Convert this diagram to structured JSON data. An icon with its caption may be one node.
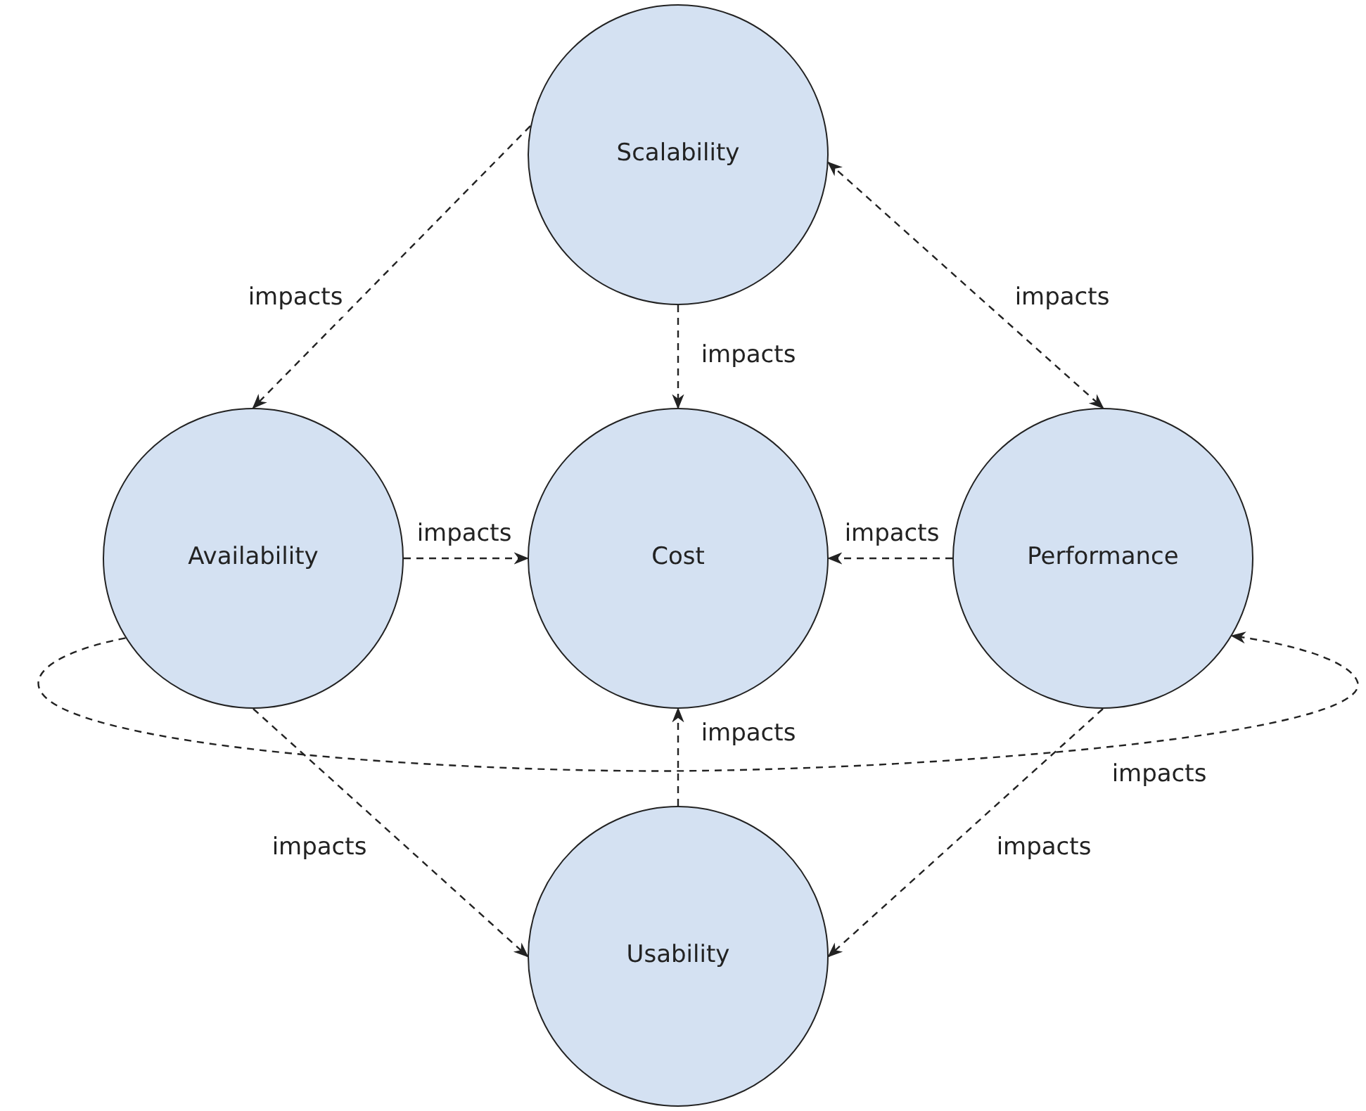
{
  "diagram": {
    "nodes": [
      {
        "text": [
          "Scalability"
        ]
      },
      {
        "text": [
          "Availability"
        ]
      },
      {
        "text": [
          "Cost"
        ]
      },
      {
        "text": [
          "Performance"
        ]
      },
      {
        "text": [
          "Usability"
        ]
      }
    ],
    "edges": [
      {
        "from": 0,
        "to": 1,
        "arrow": "to",
        "label": "impacts",
        "style": "dashed"
      },
      {
        "from": 0,
        "to": 2,
        "arrow": "to",
        "label": "impacts",
        "style": "dashed"
      },
      {
        "from": 0,
        "to": 3,
        "arrow": "both",
        "label": "impacts",
        "style": "dashed"
      },
      {
        "from": 1,
        "to": 2,
        "arrow": "to",
        "label": "impacts",
        "style": "dashed"
      },
      {
        "from": 3,
        "to": 2,
        "arrow": "to",
        "label": "impacts",
        "style": "dashed"
      },
      {
        "from": 1,
        "to": 3,
        "arrow": "to",
        "label": "impacts",
        "style": "dashed"
      },
      {
        "from": 4,
        "to": 2,
        "arrow": "to",
        "label": "impacts",
        "style": "dashed"
      },
      {
        "from": 1,
        "to": 4,
        "arrow": "to",
        "label": "impacts",
        "style": "dashed"
      },
      {
        "from": 3,
        "to": 4,
        "arrow": "to",
        "label": "impacts",
        "style": "dashed"
      }
    ]
  }
}
